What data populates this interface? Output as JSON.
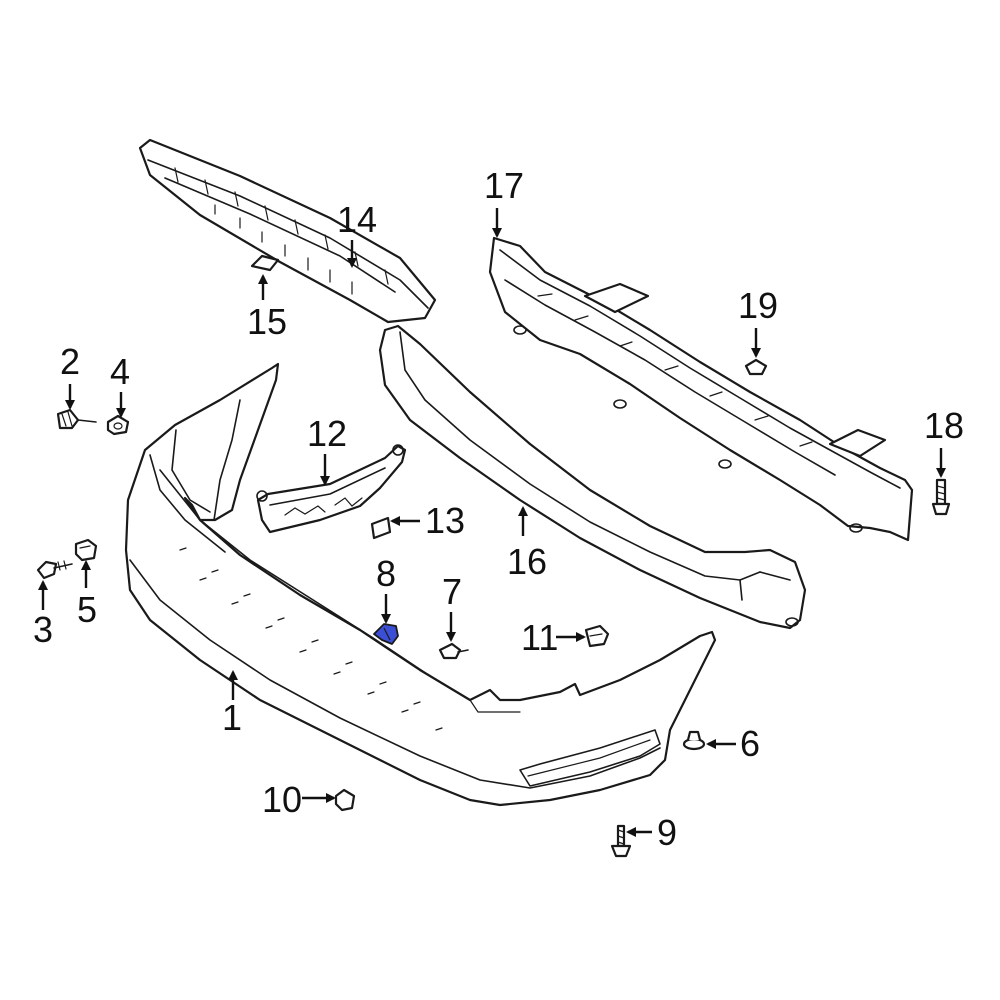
{
  "callouts": {
    "c1": "1",
    "c2": "2",
    "c3": "3",
    "c4": "4",
    "c5": "5",
    "c6": "6",
    "c7": "7",
    "c8": "8",
    "c9": "9",
    "c10": "10",
    "c11": "11",
    "c12": "12",
    "c13": "13",
    "c14": "14",
    "c15": "15",
    "c16": "16",
    "c17": "17",
    "c18": "18",
    "c19": "19"
  },
  "colors": {
    "highlight_part": "#3b4fd6",
    "line": "#1a1a1a"
  }
}
